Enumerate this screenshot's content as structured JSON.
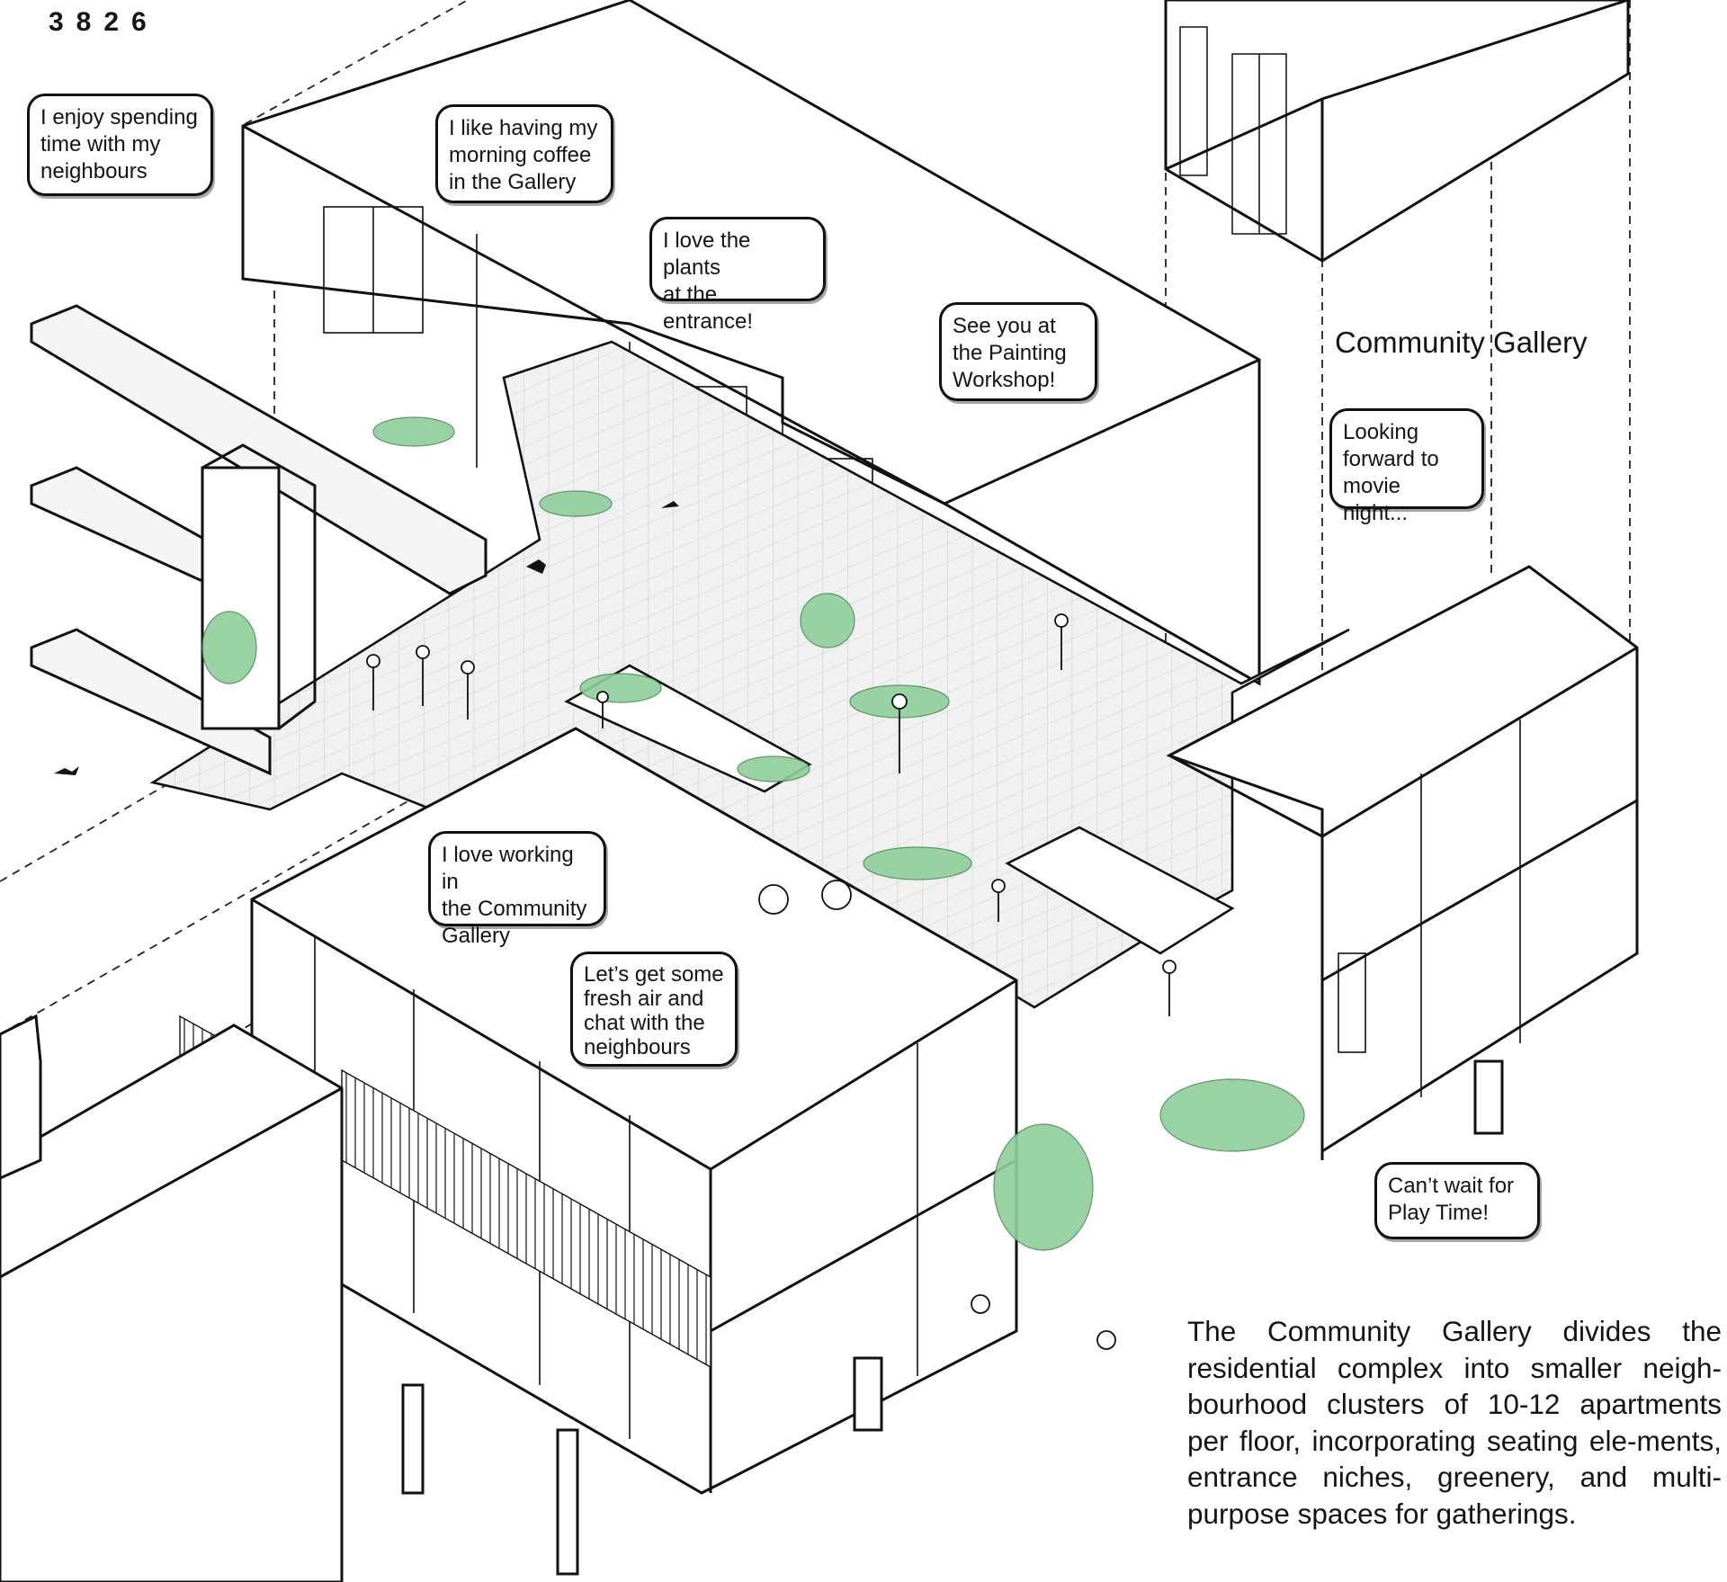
{
  "project_number": "3826",
  "gallery_label": "Community Gallery",
  "speech_bubbles": [
    {
      "id": "neighbours",
      "lines": [
        "I enjoy spending",
        "time with my",
        "neighbours"
      ]
    },
    {
      "id": "coffee",
      "lines": [
        "I like having my",
        "morning coffee",
        "in the Gallery"
      ]
    },
    {
      "id": "plants",
      "lines": [
        "I love the plants",
        "at the entrance!"
      ]
    },
    {
      "id": "painting",
      "lines": [
        "See you at",
        "the Painting",
        "Workshop!"
      ]
    },
    {
      "id": "movie",
      "lines": [
        "Looking",
        "forward to",
        "movie night..."
      ]
    },
    {
      "id": "working",
      "lines": [
        "I love working in",
        "the Community",
        "Gallery"
      ]
    },
    {
      "id": "fresh-air",
      "lines": [
        "Let’s get some",
        "fresh air and",
        "chat with the",
        "neighbours"
      ]
    },
    {
      "id": "play-time",
      "lines": [
        "Can’t wait for",
        "Play Time!"
      ]
    }
  ],
  "caption": "The Community Gallery divides the residential complex into smaller neigh-bourhood clusters of 10-12 apartments per floor, incorporating seating ele-ments, entrance niches, greenery, and multi-purpose spaces for gatherings.",
  "colors": {
    "line": "#141414",
    "greenery": "#8fcf9a",
    "floor": "#ececec",
    "background": "#ffffff"
  }
}
